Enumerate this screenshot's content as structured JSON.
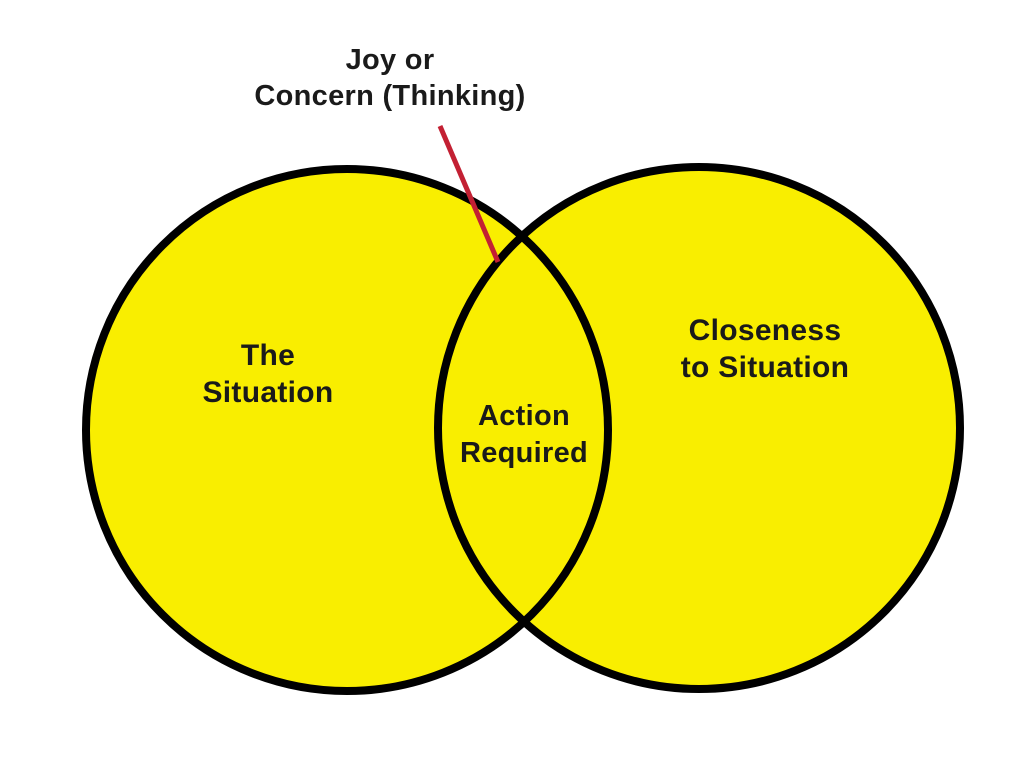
{
  "diagram": {
    "title": {
      "line1": "Joy or",
      "line2": "Concern (Thinking)"
    },
    "left_circle": {
      "label_line1": "The",
      "label_line2": "Situation"
    },
    "right_circle": {
      "label_line1": "Closeness",
      "label_line2": "to Situation"
    },
    "intersection": {
      "label_line1": "Action",
      "label_line2": "Required"
    },
    "colors": {
      "background": "#FFFFFF",
      "circle_fill": "#F9EE00",
      "circle_outline": "#000000",
      "label_text": "#1A1A1A",
      "callout_line": "#C32033"
    }
  }
}
